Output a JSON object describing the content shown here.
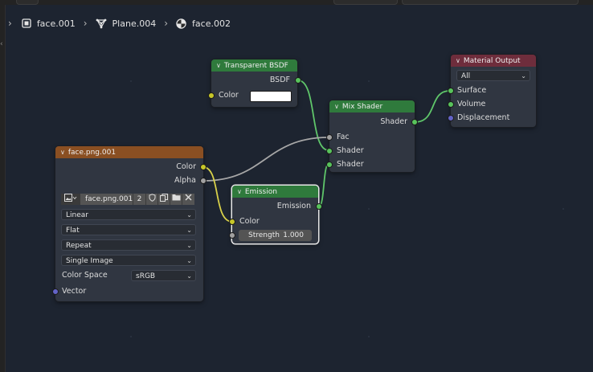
{
  "breadcrumb": [
    {
      "label": "face.001",
      "icon": "object-icon"
    },
    {
      "label": "Plane.004",
      "icon": "mesh-data-icon"
    },
    {
      "label": "face.002",
      "icon": "material-icon"
    }
  ],
  "colors": {
    "canvas_bg": "#1d2430",
    "node_bg": "#303641",
    "shader_header": "#2f7a3c",
    "output_header": "#6e2d3c",
    "texture_header": "#8a4f22",
    "socket_shader": "#58c35c",
    "socket_color": "#c7c729",
    "socket_gray": "#a1a1a1",
    "socket_vector": "#6363c7",
    "link_shader": "#5fc66a",
    "link_gray": "#a7a7a7",
    "link_color": "#d8d14a"
  },
  "nodes": {
    "transparent": {
      "title": "Transparent BSDF",
      "output_bsdf": "BSDF",
      "input_color": "Color",
      "color_value": "#ffffff"
    },
    "mix": {
      "title": "Mix Shader",
      "output_shader": "Shader",
      "input_fac": "Fac",
      "input_shader1": "Shader",
      "input_shader2": "Shader"
    },
    "output": {
      "title": "Material Output",
      "target": "All",
      "input_surface": "Surface",
      "input_volume": "Volume",
      "input_displacement": "Displacement"
    },
    "image": {
      "title": "face.png.001",
      "output_color": "Color",
      "output_alpha": "Alpha",
      "image_name": "face.png.001",
      "users": "2",
      "interpolation": "Linear",
      "projection": "Flat",
      "extension": "Repeat",
      "source": "Single Image",
      "color_space_label": "Color Space",
      "color_space": "sRGB",
      "input_vector": "Vector"
    },
    "emission": {
      "title": "Emission",
      "output_emission": "Emission",
      "input_color": "Color",
      "strength_label": "Strength",
      "strength_value": "1.000"
    }
  }
}
